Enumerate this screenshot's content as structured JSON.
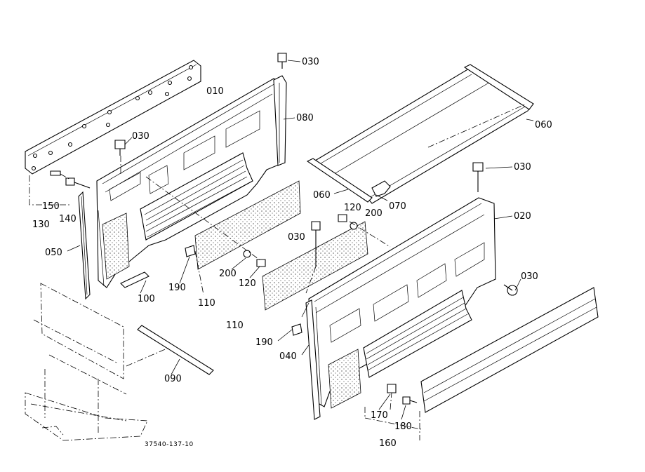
{
  "labels": {
    "l010": "010",
    "l020": "020",
    "l030a": "030",
    "l030b": "030",
    "l030c": "030",
    "l030d": "030",
    "l030e": "030",
    "l040": "040",
    "l050": "050",
    "l060a": "060",
    "l060b": "060",
    "l070": "070",
    "l080": "080",
    "l090": "090",
    "l100": "100",
    "l110a": "110",
    "l110b": "110",
    "l120a": "120",
    "l120b": "120",
    "l130": "130",
    "l140": "140",
    "l150": "150",
    "l160": "160",
    "l170": "170",
    "l180": "180",
    "l190a": "190",
    "l190b": "190",
    "l200a": "200",
    "l200b": "200"
  },
  "drawing_code": "37540-137-10"
}
